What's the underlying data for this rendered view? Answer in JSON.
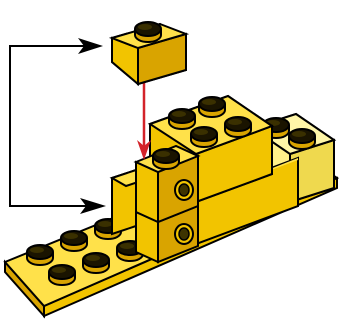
{
  "diagram": {
    "kind": "assembly-instruction",
    "colors": {
      "yellow_top": "#ffe14a",
      "yellow_front": "#f2c400",
      "yellow_side": "#d9a400",
      "pale_top": "#fff6a8",
      "pale_front": "#fff08a",
      "pale_side": "#efd94e",
      "outline": "#000000",
      "move_arrow": "#d3232a",
      "callout_arrow": "#000000",
      "technic_hole": "#3d3300"
    },
    "parts": [
      {
        "name": "loose-1x1-brick",
        "studs": 1
      },
      {
        "name": "base-plate",
        "studs": 12
      },
      {
        "name": "upper-2x2-brick",
        "studs": 4
      },
      {
        "name": "pale-side-brick",
        "studs": 2
      },
      {
        "name": "technic-brick-stack",
        "holes": 2
      }
    ]
  }
}
